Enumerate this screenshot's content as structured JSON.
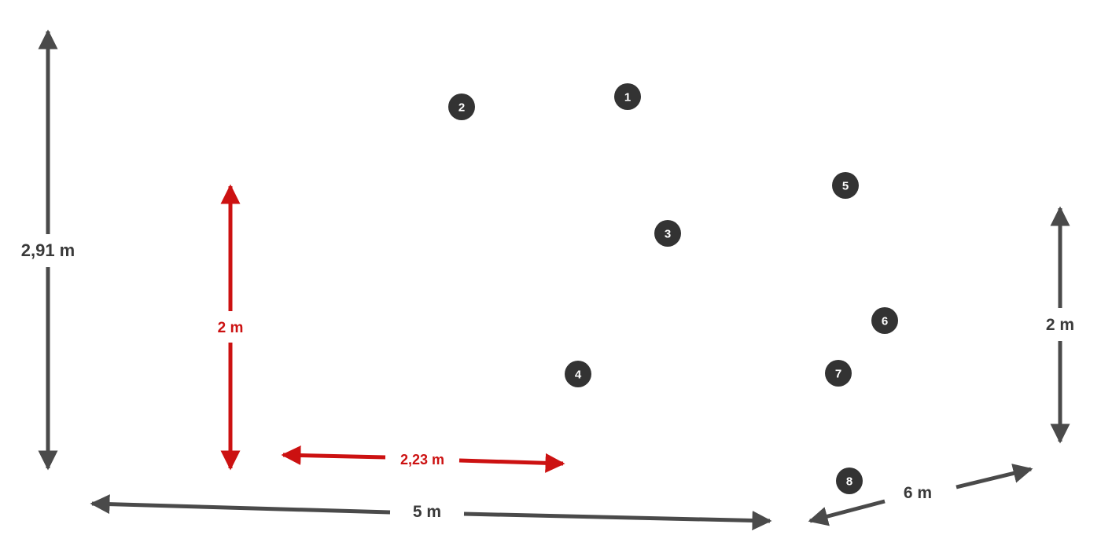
{
  "colors": {
    "dark": "#4a4a4a",
    "red": "#cc1111",
    "marker": "#333333"
  },
  "dimensions": {
    "total_height": "2,91 m",
    "inner_height": "2 m",
    "inner_width": "2,23 m",
    "total_width": "5 m",
    "depth": "6 m",
    "right_height": "2 m"
  },
  "markers": [
    "1",
    "2",
    "3",
    "4",
    "5",
    "6",
    "7",
    "8"
  ]
}
